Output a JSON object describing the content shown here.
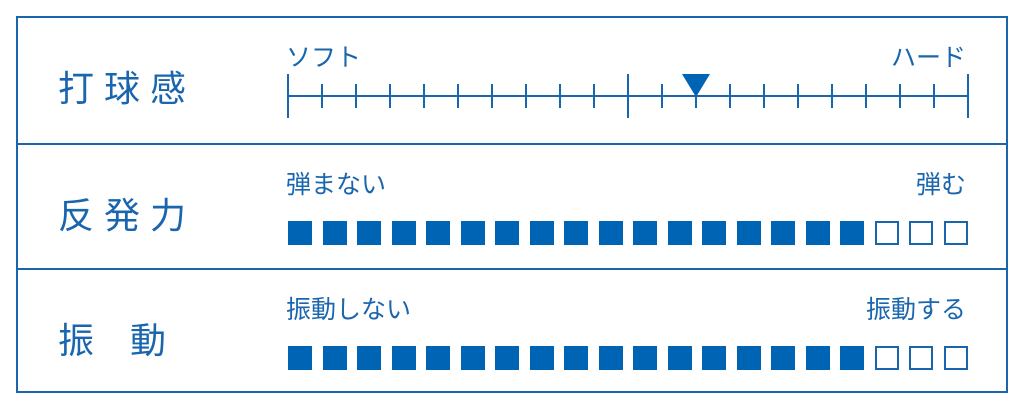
{
  "colors": {
    "primary": "#1a66ae",
    "fill": "#0064b4",
    "background": "#ffffff"
  },
  "rows": [
    {
      "label": "打球感",
      "left_caption": "ソフト",
      "right_caption": "ハード",
      "type": "scale",
      "scale": {
        "ticks": 21,
        "major_ticks": [
          0,
          10,
          20
        ],
        "marker_index": 12,
        "marker_icon": "triangle-down-icon"
      }
    },
    {
      "label": "反発力",
      "left_caption": "弾まない",
      "right_caption": "弾む",
      "type": "squares",
      "squares": {
        "total": 20,
        "filled": 17
      }
    },
    {
      "label": "振　動",
      "left_caption": "振動しない",
      "right_caption": "振動する",
      "type": "squares",
      "squares": {
        "total": 20,
        "filled": 17
      }
    }
  ]
}
